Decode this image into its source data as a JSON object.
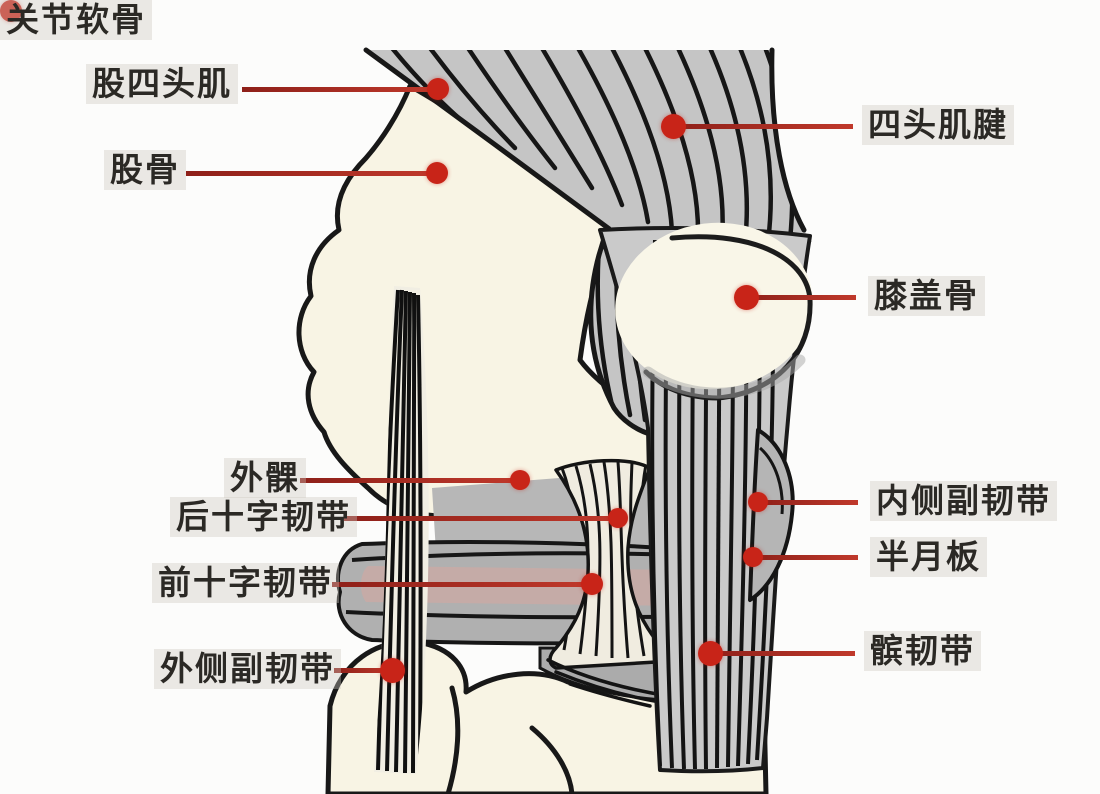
{
  "diagram": {
    "subject": "knee joint anatomy (labeled)",
    "labels": [
      {
        "id": "quadriceps",
        "text": "股四头肌"
      },
      {
        "id": "femur",
        "text": "股骨"
      },
      {
        "id": "quadriceps-tendon",
        "text": "四头肌腱"
      },
      {
        "id": "patella",
        "text": "膝盖骨"
      },
      {
        "id": "articular-cartilage",
        "text": "关节软骨"
      },
      {
        "id": "lateral-condyle",
        "text": "外髁"
      },
      {
        "id": "pcl",
        "text": "后十字韧带"
      },
      {
        "id": "acl",
        "text": "前十字韧带"
      },
      {
        "id": "lcl",
        "text": "外侧副韧带"
      },
      {
        "id": "mcl",
        "text": "内侧副韧带"
      },
      {
        "id": "meniscus",
        "text": "半月板"
      },
      {
        "id": "patellar-ligament",
        "text": "髌韧带"
      }
    ],
    "colors": {
      "leader_line": "#a93226",
      "marker_dot": "#c82418",
      "bone": "#f8f4e4",
      "muscle": "#c5c5c5",
      "outline": "#181818",
      "meniscus_inner": "#c9aaa6",
      "label_text": "#2b2925",
      "background": "#fcfcfb"
    }
  }
}
